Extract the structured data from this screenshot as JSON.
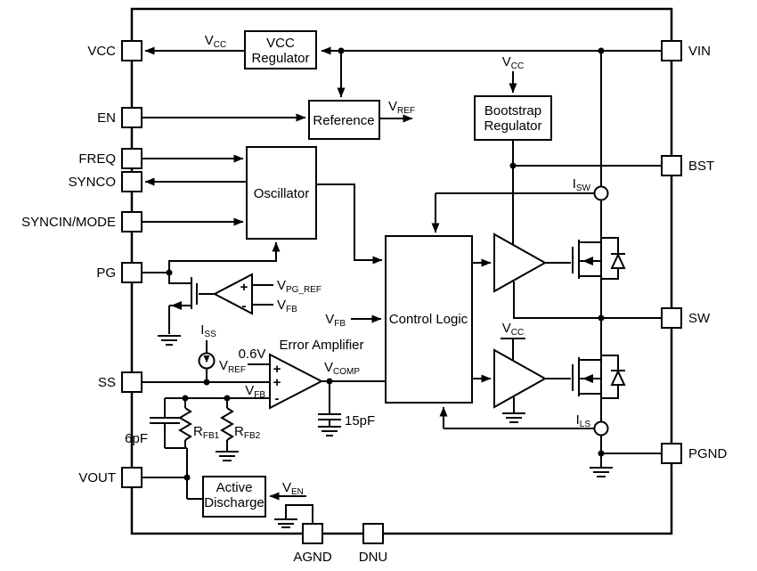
{
  "diagram": {
    "pins": {
      "left": [
        "VCC",
        "EN",
        "FREQ",
        "SYNCO",
        "SYNCIN/MODE",
        "PG",
        "SS",
        "VOUT"
      ],
      "right": [
        "VIN",
        "BST",
        "SW",
        "PGND"
      ],
      "bottom": [
        "AGND",
        "DNU"
      ]
    },
    "blocks": {
      "vcc_regulator": {
        "line1": "VCC",
        "line2": "Regulator"
      },
      "reference": {
        "label": "Reference"
      },
      "bootstrap_regulator": {
        "line1": "Bootstrap",
        "line2": "Regulator"
      },
      "oscillator": {
        "label": "Oscillator"
      },
      "control_logic": {
        "label": "Control Logic"
      },
      "active_discharge": {
        "line1": "Active",
        "line2": "Discharge"
      }
    },
    "labels": {
      "vcc": {
        "main": "V",
        "sub": "CC"
      },
      "vref": {
        "main": "V",
        "sub": "REF"
      },
      "vpg_ref": {
        "main": "V",
        "sub": "PG_REF"
      },
      "vfb": {
        "main": "V",
        "sub": "FB"
      },
      "vcomp": {
        "main": "V",
        "sub": "COMP"
      },
      "ven": {
        "main": "V",
        "sub": "EN"
      },
      "iss": {
        "main": "I",
        "sub": "SS"
      },
      "isw": {
        "main": "I",
        "sub": "SW"
      },
      "ils": {
        "main": "I",
        "sub": "LS"
      },
      "rfb1": {
        "main": "R",
        "sub": "FB1"
      },
      "rfb2": {
        "main": "R",
        "sub": "FB2"
      },
      "ref_voltage": "0.6V",
      "comp_cap": "15pF",
      "ff_cap": "6pF",
      "error_amplifier": "Error Amplifier"
    },
    "signs": {
      "plus": "+",
      "minus": "-"
    },
    "colors": {
      "line": "#000000",
      "background": "#ffffff"
    }
  }
}
